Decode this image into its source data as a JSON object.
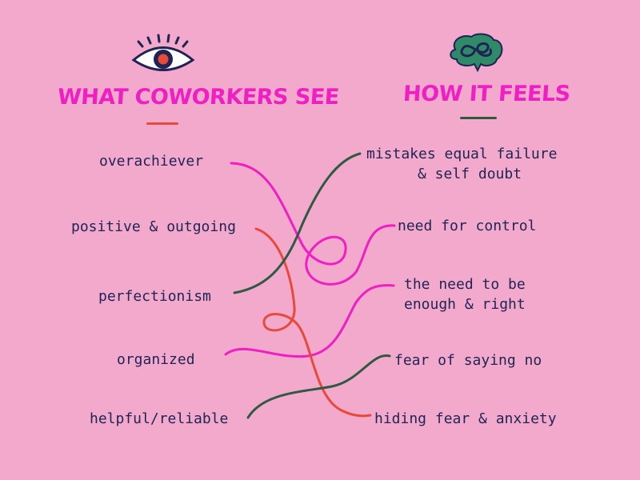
{
  "headings": {
    "left": "WHAT COWORKERS SEE",
    "right": "HOW IT FEELS"
  },
  "icons": {
    "left": "eye-icon",
    "right": "tangled-brain-icon"
  },
  "left_items": [
    "overachiever",
    "positive & outgoing",
    "perfectionism",
    "organized",
    "helpful/reliable"
  ],
  "right_items": [
    "mistakes equal failure",
    "& self doubt",
    "need for control",
    "the need to be",
    "enough & right",
    "fear of saying no",
    "hiding fear & anxiety"
  ],
  "colors": {
    "background": "#f2a9cb",
    "heading": "#ef1fc4",
    "text": "#1f2455",
    "magenta_line": "#ef1fc4",
    "red_line": "#e84a3a",
    "green_line": "#2d5a41"
  }
}
